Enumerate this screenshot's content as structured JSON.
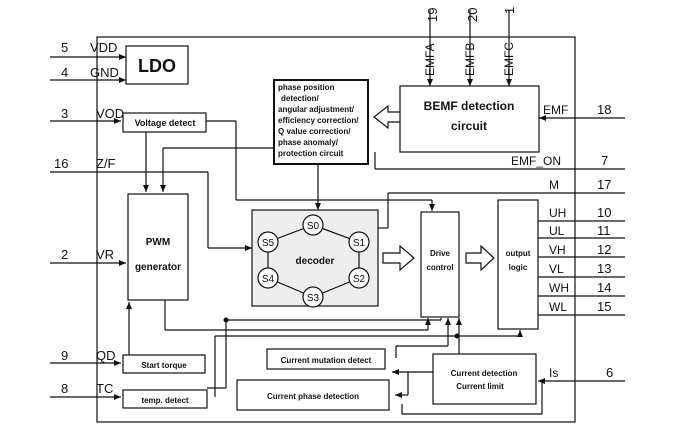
{
  "pins": {
    "p5": {
      "num": "5",
      "name": "VDD"
    },
    "p4": {
      "num": "4",
      "name": "GND"
    },
    "p3": {
      "num": "3",
      "name": "VOD"
    },
    "p16": {
      "num": "16",
      "name": "Z/F"
    },
    "p2": {
      "num": "2",
      "name": "VR"
    },
    "p9": {
      "num": "9",
      "name": "QD"
    },
    "p8": {
      "num": "8",
      "name": "TC"
    },
    "p19": {
      "num": "19",
      "name": "EMFA"
    },
    "p20": {
      "num": "20",
      "name": "EMFB"
    },
    "p1": {
      "num": "1",
      "name": "EMFC"
    },
    "p18": {
      "num": "18",
      "name": "EMF"
    },
    "p7": {
      "num": "7",
      "name": "EMF_ON"
    },
    "p17": {
      "num": "17",
      "name": "M"
    },
    "p10": {
      "num": "10",
      "name": "UH"
    },
    "p11": {
      "num": "11",
      "name": "UL"
    },
    "p12": {
      "num": "12",
      "name": "VH"
    },
    "p13": {
      "num": "13",
      "name": "VL"
    },
    "p14": {
      "num": "14",
      "name": "WH"
    },
    "p15": {
      "num": "15",
      "name": "WL"
    },
    "p6": {
      "num": "6",
      "name": "Is"
    }
  },
  "blocks": {
    "ldo": "LDO",
    "voltage_detect": "Voltage detect",
    "pwm_line1": "PWM",
    "pwm_line2": "generator",
    "start_torque": "Start torque",
    "temp_detect": "temp. detect",
    "protection_lines": [
      "phase position",
      "detection/",
      "angular adjustment/",
      "efficiency correction/",
      "Q value correction/",
      "phase anomaly/",
      "protection circuit"
    ],
    "bemf_line1": "BEMF detection",
    "bemf_line2": "circuit",
    "decoder": "decoder",
    "states": [
      "S0",
      "S1",
      "S2",
      "S3",
      "S4",
      "S5"
    ],
    "drive_line1": "Drive",
    "drive_line2": "control",
    "output_line1": "output",
    "output_line2": "logic",
    "current_mutation": "Current mutation detect",
    "current_phase": "Current phase detection",
    "current_detection_line1": "Current detection",
    "current_detection_line2": "Current limit"
  }
}
